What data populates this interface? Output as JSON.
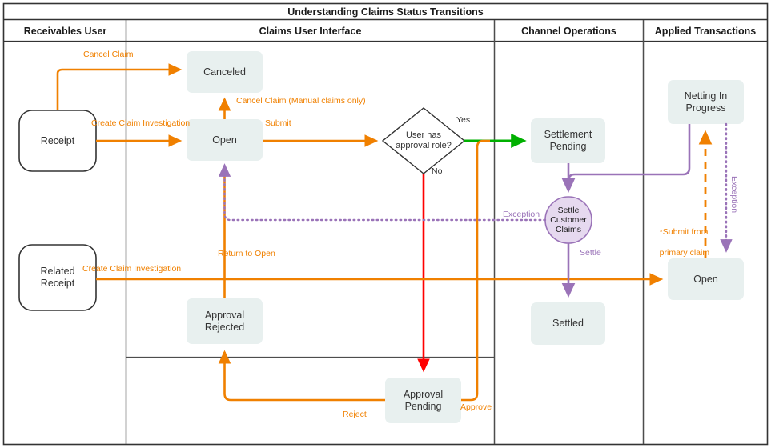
{
  "title": "Understanding Claims Status Transitions",
  "lanes": [
    {
      "id": "receivables-user",
      "label": "Receivables User"
    },
    {
      "id": "claims-user-interface",
      "label": "Claims User Interface"
    },
    {
      "id": "channel-operations",
      "label": "Channel Operations"
    },
    {
      "id": "applied-transactions",
      "label": "Applied Transactions"
    }
  ],
  "nodes": [
    {
      "id": "receipt",
      "label": "Receipt",
      "shape": "rounded-terminal"
    },
    {
      "id": "related-receipt",
      "label": "Related\nReceipt",
      "shape": "rounded-terminal"
    },
    {
      "id": "canceled",
      "label": "Canceled",
      "shape": "state"
    },
    {
      "id": "open-claims",
      "label": "Open",
      "shape": "state"
    },
    {
      "id": "approval-rejected",
      "label": "Approval\nRejected",
      "shape": "state"
    },
    {
      "id": "approval-pending",
      "label": "Approval\nPending",
      "shape": "state"
    },
    {
      "id": "decision-approval-role",
      "label": "User has\napproval role?",
      "shape": "diamond"
    },
    {
      "id": "settlement-pending",
      "label": "Settlement\nPending",
      "shape": "state"
    },
    {
      "id": "settle-customer-claims",
      "label": "Settle\nCustomer\nClaims",
      "shape": "circle"
    },
    {
      "id": "settled",
      "label": "Settled",
      "shape": "state"
    },
    {
      "id": "netting-in-progress",
      "label": "Netting In\nProgress",
      "shape": "state"
    },
    {
      "id": "open-applied",
      "label": "Open",
      "shape": "state"
    }
  ],
  "node_text": {
    "receipt": "Receipt",
    "related_receipt_l1": "Related",
    "related_receipt_l2": "Receipt",
    "canceled": "Canceled",
    "open_claims": "Open",
    "approval_rejected_l1": "Approval",
    "approval_rejected_l2": "Rejected",
    "approval_pending_l1": "Approval",
    "approval_pending_l2": "Pending",
    "decision_l1": "User has",
    "decision_l2": "approval role?",
    "settlement_pending_l1": "Settlement",
    "settlement_pending_l2": "Pending",
    "settle_claims_l1": "Settle",
    "settle_claims_l2": "Customer",
    "settle_claims_l3": "Claims",
    "settled": "Settled",
    "netting_l1": "Netting In",
    "netting_l2": "Progress",
    "open_applied": "Open"
  },
  "edges": [
    {
      "id": "cancel-claim",
      "label": "Cancel Claim",
      "color": "#f08000",
      "from": "receipt",
      "to": "canceled"
    },
    {
      "id": "create-claim-investigation-1",
      "label": "Create Claim Investigation",
      "color": "#f08000",
      "from": "receipt",
      "to": "open-claims"
    },
    {
      "id": "cancel-claim-manual",
      "label": "Cancel Claim (Manual claims only)",
      "color": "#f08000",
      "from": "open-claims",
      "to": "canceled"
    },
    {
      "id": "submit",
      "label": "Submit",
      "color": "#f08000",
      "from": "open-claims",
      "to": "decision-approval-role"
    },
    {
      "id": "decision-yes",
      "label": "Yes",
      "color": "#333333",
      "from": "decision-approval-role",
      "to": "settlement-pending"
    },
    {
      "id": "decision-no",
      "label": "No",
      "color": "#333333",
      "from": "decision-approval-role",
      "to": "approval-pending"
    },
    {
      "id": "reject",
      "label": "Reject",
      "color": "#f08000",
      "from": "approval-pending",
      "to": "approval-rejected"
    },
    {
      "id": "approve",
      "label": "Approve",
      "color": "#f08000",
      "from": "approval-pending",
      "to": "settlement-pending"
    },
    {
      "id": "return-to-open",
      "label": "Return to Open",
      "color": "#f08000",
      "from": "approval-rejected",
      "to": "open-claims"
    },
    {
      "id": "create-claim-investigation-2",
      "label": "Create Claim Investigation",
      "color": "#f08000",
      "from": "related-receipt",
      "to": "open-applied"
    },
    {
      "id": "settle",
      "label": "Settle",
      "color": "#9a73b8",
      "from": "settle-customer-claims",
      "to": "settled"
    },
    {
      "id": "exception-to-open",
      "label": "Exception",
      "color": "#9a73b8",
      "from": "settle-customer-claims",
      "to": "open-claims"
    },
    {
      "id": "exception-netting",
      "label": "Exception",
      "color": "#9a73b8",
      "from": "netting-in-progress",
      "to": "open-applied"
    },
    {
      "id": "submit-from-primary-claim",
      "label": "*Submit from\nprimary claim",
      "color": "#f08000",
      "from": "open-applied",
      "to": "netting-in-progress"
    }
  ],
  "edge_text": {
    "cancel_claim": "Cancel Claim",
    "create_claim_investigation_1": "Create Claim Investigation",
    "cancel_claim_manual": "Cancel Claim (Manual claims only)",
    "submit": "Submit",
    "yes": "Yes",
    "no": "No",
    "reject": "Reject",
    "approve": "Approve",
    "return_to_open": "Return to Open",
    "create_claim_investigation_2": "Create Claim Investigation",
    "settle": "Settle",
    "exception_left": "Exception",
    "exception_right": "Exception",
    "submit_primary_l1": "*Submit from",
    "submit_primary_l2": "primary claim"
  },
  "colors": {
    "orange": "#f08000",
    "green": "#00b000",
    "red": "#ff0000",
    "purple": "#9a73b8",
    "node_fill": "#e8f0ef",
    "circle_fill": "#e6d9ef",
    "border": "#333333",
    "lane_line": "#4d4d4d"
  }
}
